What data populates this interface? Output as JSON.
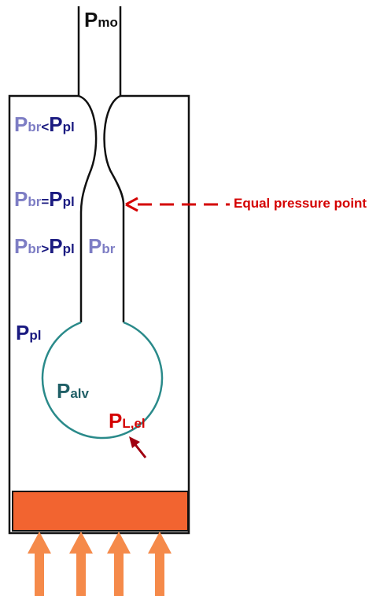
{
  "labels": {
    "p_mouth": {
      "main": "P",
      "sub": "mo"
    },
    "p_br_lt": {
      "left_main": "P",
      "left_sub": "br",
      "op": "<",
      "right_main": "P",
      "right_sub": "pl"
    },
    "p_br_eq": {
      "left_main": "P",
      "left_sub": "br",
      "op": "=",
      "right_main": "P",
      "right_sub": "pl"
    },
    "p_br_gt": {
      "left_main": "P",
      "left_sub": "br",
      "op": ">",
      "right_main": "P",
      "right_sub": "pl"
    },
    "p_br": {
      "main": "P",
      "sub": "br"
    },
    "p_pl": {
      "main": "P",
      "sub": "pl"
    },
    "p_alv": {
      "main": "P",
      "sub": "alv"
    },
    "p_l_el": {
      "main": "P",
      "sub": "L,el"
    },
    "equal_pressure_point": "Equal pressure point"
  },
  "colors": {
    "outline": "#111111",
    "alveolus": "#2a8a8a",
    "piston": "#f26430",
    "arrows": "#f58a4a",
    "annotation": "#d40000",
    "navy_text": "#1a1a80",
    "light_text": "#7d7dc4"
  }
}
